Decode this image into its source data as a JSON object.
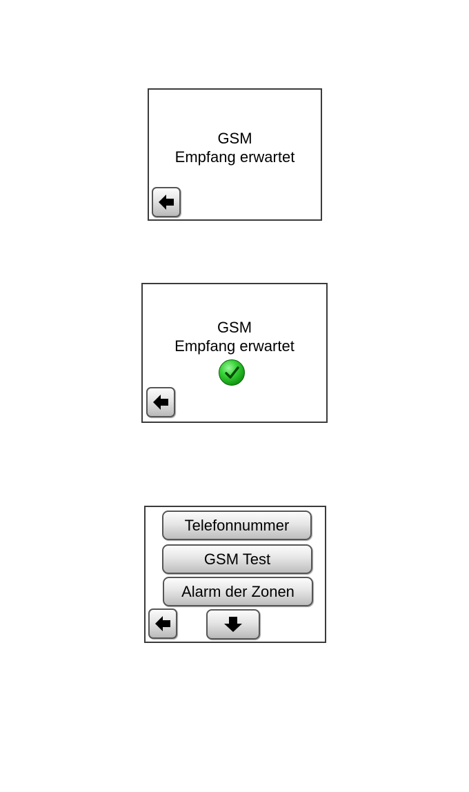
{
  "screens": [
    {
      "title": "GSM",
      "message": "Empfang erwartet",
      "back_icon": "arrow-left-icon"
    },
    {
      "title": "GSM",
      "message": "Empfang erwartet",
      "status_icon": "check-circle-icon",
      "status_color": "#22c022",
      "back_icon": "arrow-left-icon"
    },
    {
      "menu_items": [
        {
          "label": "Telefonnummer"
        },
        {
          "label": "GSM Test"
        },
        {
          "label": "Alarm der Zonen"
        }
      ],
      "back_icon": "arrow-left-icon",
      "down_icon": "arrow-down-icon"
    }
  ]
}
